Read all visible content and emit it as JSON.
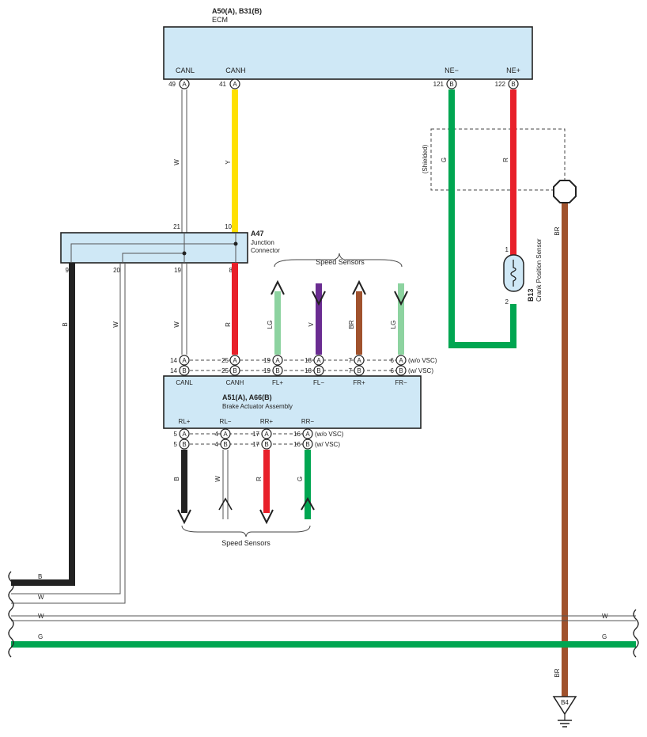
{
  "ecm": {
    "code": "A50(A), B31(B)",
    "name": "ECM",
    "pins": [
      {
        "label": "CANL",
        "num": "49",
        "conn": "A"
      },
      {
        "label": "CANH",
        "num": "41",
        "conn": "A"
      },
      {
        "label": "NE−",
        "num": "121",
        "conn": "B"
      },
      {
        "label": "NE+",
        "num": "122",
        "conn": "B"
      }
    ]
  },
  "junction": {
    "code": "A47",
    "name_line1": "Junction",
    "name_line2": "Connector",
    "top_pins": [
      "21",
      "10"
    ],
    "bottom_pins": [
      "9",
      "20",
      "19",
      "8"
    ]
  },
  "crank_sensor": {
    "code": "B13",
    "name": "Crank Position Sensor",
    "pin1": "1",
    "pin2": "2",
    "shield_label": "(Shielded)"
  },
  "brake_actuator": {
    "code": "A51(A), A66(B)",
    "name": "Brake Actuator Assembly",
    "top_labels": [
      "CANL",
      "CANH",
      "FL+",
      "FL−",
      "FR+",
      "FR−"
    ],
    "top_row_a": [
      "14",
      "25",
      "19",
      "18",
      "7",
      "6"
    ],
    "top_row_b": [
      "14",
      "25",
      "19",
      "18",
      "7",
      "6"
    ],
    "top_note_a": "(w/o VSC)",
    "top_note_b": "(w/ VSC)",
    "bottom_labels": [
      "RL+",
      "RL−",
      "RR+",
      "RR−"
    ],
    "bottom_row_a": [
      "5",
      "4",
      "17",
      "16"
    ],
    "bottom_row_b": [
      "5",
      "4",
      "17",
      "16"
    ],
    "bottom_note_a": "(w/o VSC)",
    "bottom_note_b": "(w/ VSC)"
  },
  "speed_sensors_top": "Speed Sensors",
  "speed_sensors_bottom": "Speed Sensors",
  "connector_letters": {
    "a": "A",
    "b": "B"
  },
  "ground": {
    "code": "B4"
  },
  "wires": {
    "canl": "W",
    "canh": "Y",
    "ne_minus": "G",
    "ne_plus": "R",
    "shield": "BR",
    "junction_b": "B",
    "junction_w": "W",
    "jc_canl": "W",
    "jc_canh": "R",
    "fl_plus": "LG",
    "fl_minus": "V",
    "fr_plus": "BR",
    "fr_minus": "LG",
    "rl_plus": "B",
    "rl_minus": "W",
    "rr_plus": "R",
    "rr_minus": "G",
    "bus_b": "B",
    "bus_w1": "W",
    "bus_w2": "W",
    "bus_w2_right": "W",
    "bus_g": "G",
    "bus_g_right": "G",
    "ground_br": "BR"
  },
  "colors": {
    "yellow": "#ffe000",
    "red": "#e8202a",
    "green": "#00a651",
    "lightgreen": "#8dd3a0",
    "violet": "#6a2c91",
    "brown": "#a0522d",
    "black": "#222222",
    "box": "#cfe8f6"
  }
}
